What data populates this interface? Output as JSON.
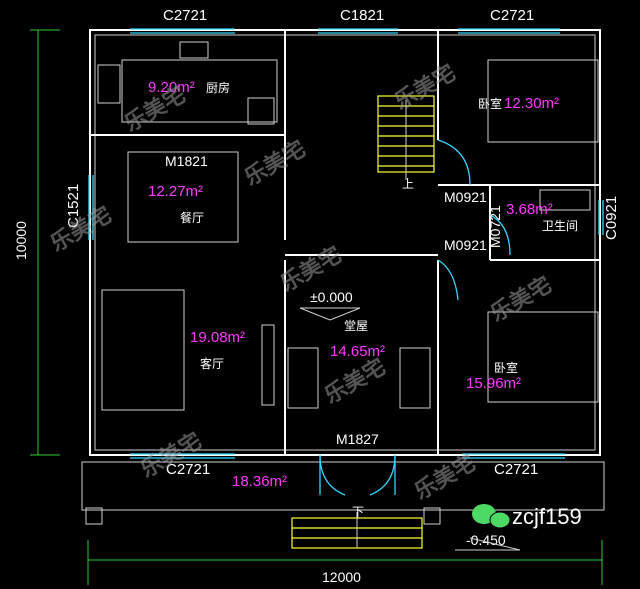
{
  "windows": {
    "top_left": "C2721",
    "top_center": "C1821",
    "top_right": "C2721",
    "left": "C1521",
    "right": "C0921",
    "bottom_left": "C2721",
    "bottom_right": "C2721"
  },
  "doors": {
    "dining": "M1821",
    "bedroom_top": "M0921",
    "bathroom": "M0721",
    "bedroom_bottom": "M0921",
    "main": "M1827"
  },
  "rooms": [
    {
      "name": "厨房",
      "area": "9.20m²"
    },
    {
      "name": "餐厅",
      "area": "12.27m²"
    },
    {
      "name": "客厅",
      "area": "19.08m²"
    },
    {
      "name": "堂屋",
      "area": "14.65m²"
    },
    {
      "name": "卧室",
      "area": "12.30m²"
    },
    {
      "name": "卫生间",
      "area": "3.68m²"
    },
    {
      "name": "卧室",
      "area": "15.96m²"
    }
  ],
  "porch_area": "18.36m²",
  "levels": {
    "floor": "±0.000",
    "outside": "-0.450"
  },
  "stairs": {
    "up": "上",
    "down": "下"
  },
  "dimensions": {
    "width": "12000",
    "depth": "10000"
  },
  "watermark": "乐美宅",
  "wechat_id": "zcjf159",
  "colors": {
    "area_text": "#ff3bff",
    "window": "#33d6ff",
    "dimension": "#2ecc2e",
    "stair": "#ffff33"
  }
}
